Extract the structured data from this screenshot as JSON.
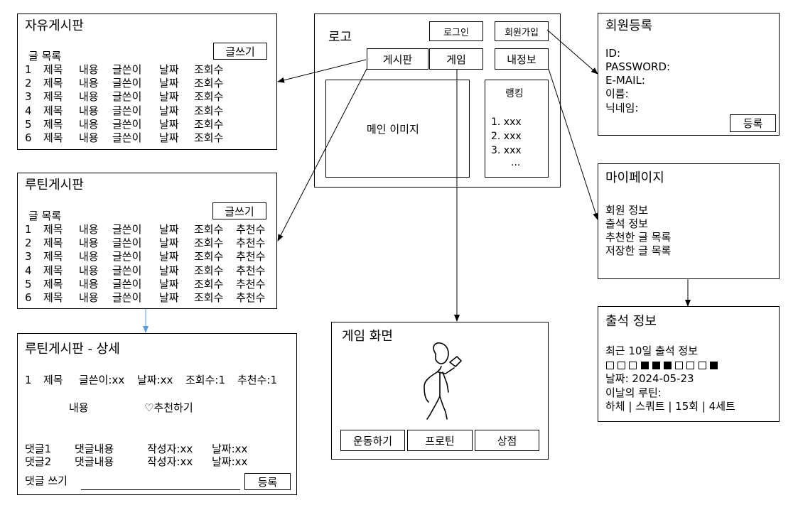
{
  "free_board": {
    "title": "자유게시판",
    "list_label": "글 목록",
    "write_button": "글쓰기",
    "rows": [
      [
        "1",
        "제목",
        "내용",
        "글쓴이",
        "날짜",
        "조회수"
      ],
      [
        "2",
        "제목",
        "내용",
        "글쓴이",
        "날짜",
        "조회수"
      ],
      [
        "3",
        "제목",
        "내용",
        "글쓴이",
        "날짜",
        "조회수"
      ],
      [
        "4",
        "제목",
        "내용",
        "글쓴이",
        "날짜",
        "조회수"
      ],
      [
        "5",
        "제목",
        "내용",
        "글쓴이",
        "날짜",
        "조회수"
      ],
      [
        "6",
        "제목",
        "내용",
        "글쓴이",
        "날짜",
        "조회수"
      ]
    ]
  },
  "routine_board": {
    "title": "루틴게시판",
    "list_label": "글 목록",
    "write_button": "글쓰기",
    "rows": [
      [
        "1",
        "제목",
        "내용",
        "글쓴이",
        "날짜",
        "조회수",
        "추천수"
      ],
      [
        "2",
        "제목",
        "내용",
        "글쓴이",
        "날짜",
        "조회수",
        "추천수"
      ],
      [
        "3",
        "제목",
        "내용",
        "글쓴이",
        "날짜",
        "조회수",
        "추천수"
      ],
      [
        "4",
        "제목",
        "내용",
        "글쓴이",
        "날짜",
        "조회수",
        "추천수"
      ],
      [
        "5",
        "제목",
        "내용",
        "글쓴이",
        "날짜",
        "조회수",
        "추천수"
      ],
      [
        "6",
        "제목",
        "내용",
        "글쓴이",
        "날짜",
        "조회수",
        "추천수"
      ]
    ]
  },
  "routine_detail": {
    "title": "루틴게시판 - 상세",
    "post": [
      "1",
      "제목",
      "글쓴이:xx",
      "날짜:xx",
      "조회수:1",
      "추천수:1"
    ],
    "content": "내용",
    "recommend": "♡추천하기",
    "comments": [
      [
        "댓글1",
        "댓글내용",
        "작성자:xx",
        "날짜:xx"
      ],
      [
        "댓글2",
        "댓글내용",
        "작성자:xx",
        "날짜:xx"
      ]
    ],
    "comment_write_label": "댓글 쓰기",
    "submit_button": "등록"
  },
  "main": {
    "logo": "로고",
    "login": "로그인",
    "signup": "회원가입",
    "board": "게시판",
    "game": "게임",
    "myinfo": "내정보",
    "main_image": "메인 이미지",
    "ranking_title": "랭킹",
    "ranking": [
      "1. xxx",
      "2. xxx",
      "3. xxx",
      "..."
    ]
  },
  "signup_page": {
    "title": "회원등록",
    "fields": [
      "ID:",
      "PASSWORD:",
      "E-MAIL:",
      "이름:",
      "닉네임:"
    ],
    "submit_button": "등록"
  },
  "mypage": {
    "title": "마이페이지",
    "items": [
      "회원 정보",
      "출석 정보",
      "추천한 글 목록",
      "저장한 글 목록"
    ]
  },
  "attendance": {
    "title": "출석 정보",
    "recent_label": "최근 10일 출석 정보",
    "days": [
      false,
      false,
      false,
      true,
      true,
      true,
      false,
      false,
      false,
      true
    ],
    "date": "날짜: 2024-05-23",
    "routine_label": "이날의 루틴:",
    "routine": "하체 | 스쿼트 | 15회 | 4세트"
  },
  "game_screen": {
    "title": "게임 화면",
    "buttons": [
      "운동하기",
      "프로틴",
      "상점"
    ]
  }
}
